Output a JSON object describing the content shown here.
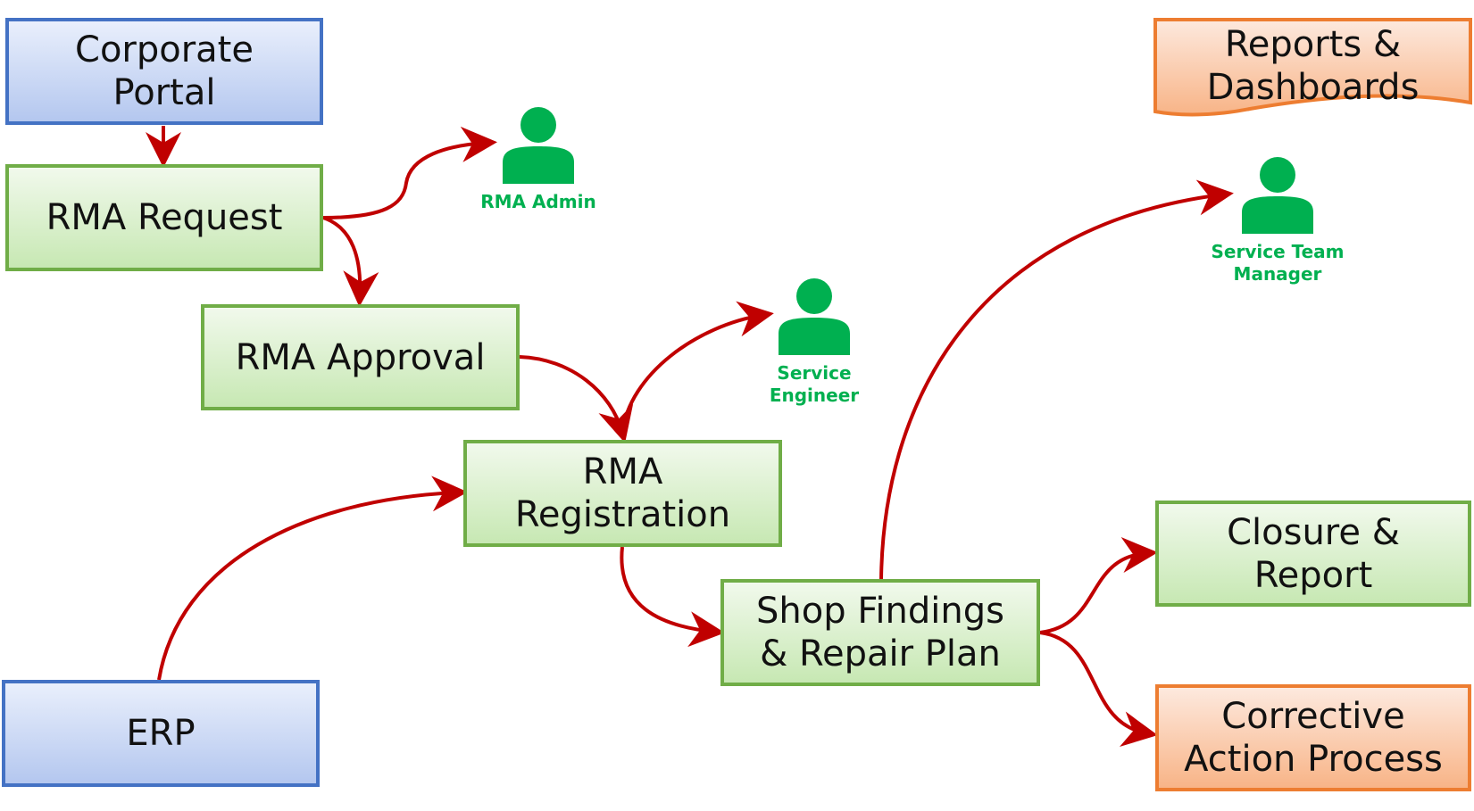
{
  "diagram": {
    "nodes": [
      {
        "id": "corporate-portal",
        "label": "Corporate\nPortal",
        "style": "system"
      },
      {
        "id": "rma-request",
        "label": "RMA Request",
        "style": "process"
      },
      {
        "id": "rma-approval",
        "label": "RMA Approval",
        "style": "process"
      },
      {
        "id": "rma-registration",
        "label": "RMA\nRegistration",
        "style": "process"
      },
      {
        "id": "shop-findings",
        "label": "Shop Findings\n& Repair Plan",
        "style": "process"
      },
      {
        "id": "closure-report",
        "label": "Closure &\nReport",
        "style": "process"
      },
      {
        "id": "corrective-action",
        "label": "Corrective\nAction Process",
        "style": "external"
      },
      {
        "id": "reports-dashboards",
        "label": "Reports &\nDashboards",
        "style": "document"
      },
      {
        "id": "erp",
        "label": "ERP",
        "style": "system"
      }
    ],
    "actors": [
      {
        "id": "rma-admin",
        "label": "RMA Admin",
        "icon": "person-icon"
      },
      {
        "id": "service-engineer",
        "label": "Service\nEngineer",
        "icon": "person-icon"
      },
      {
        "id": "service-team-manager",
        "label": "Service Team\nManager",
        "icon": "person-icon"
      }
    ],
    "edges": [
      {
        "from": "corporate-portal",
        "to": "rma-request"
      },
      {
        "from": "rma-request",
        "to": "rma-admin"
      },
      {
        "from": "rma-request",
        "to": "rma-approval"
      },
      {
        "from": "rma-approval",
        "to": "rma-registration"
      },
      {
        "from": "rma-registration",
        "to": "service-engineer"
      },
      {
        "from": "erp",
        "to": "rma-registration"
      },
      {
        "from": "rma-registration",
        "to": "shop-findings"
      },
      {
        "from": "shop-findings",
        "to": "service-team-manager"
      },
      {
        "from": "shop-findings",
        "to": "closure-report"
      },
      {
        "from": "shop-findings",
        "to": "corrective-action"
      }
    ],
    "colors": {
      "arrow": "#c00000",
      "actor": "#00b050",
      "system_border": "#4472c4",
      "process_border": "#70ad47",
      "external_border": "#ed7d31"
    }
  }
}
